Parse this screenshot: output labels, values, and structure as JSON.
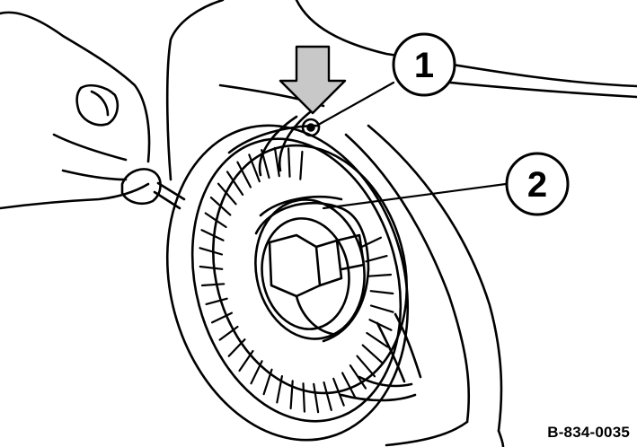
{
  "figure": {
    "callouts": [
      {
        "number": "1"
      },
      {
        "number": "2"
      }
    ],
    "reference_code": "B-834-0035",
    "colors": {
      "ink": "#000000",
      "arrow_fill": "#c8c8c8",
      "paper": "#ffffff"
    }
  }
}
